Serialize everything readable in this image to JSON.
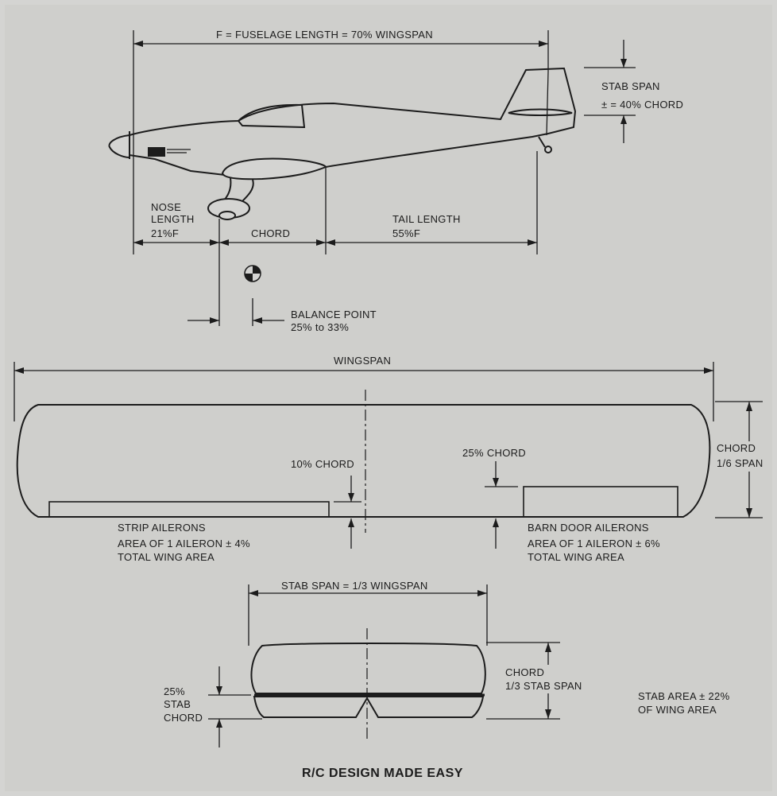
{
  "side_view": {
    "fuselage_length": "F = FUSELAGE LENGTH = 70% WINGSPAN",
    "stab_span_line1": "STAB SPAN",
    "stab_span_line2": "± = 40% CHORD",
    "nose_line1": "NOSE",
    "nose_line2": "LENGTH",
    "nose_line3": "21%F",
    "chord": "CHORD",
    "tail_line1": "TAIL LENGTH",
    "tail_line2": "55%F",
    "balance_line1": "BALANCE POINT",
    "balance_line2": "25% to 33%"
  },
  "wing_view": {
    "wingspan": "WINGSPAN",
    "chord_line1": "CHORD",
    "chord_line2": "1/6 SPAN",
    "ten_chord": "10% CHORD",
    "twentyfive_chord": "25% CHORD",
    "strip_line1": "STRIP AILERONS",
    "strip_line2": "AREA OF 1 AILERON ± 4%",
    "strip_line3": "TOTAL WING AREA",
    "barn_line1": "BARN DOOR AILERONS",
    "barn_line2": "AREA OF 1 AILERON ± 6%",
    "barn_line3": "TOTAL WING AREA"
  },
  "stab_view": {
    "stab_span": "STAB SPAN = 1/3 WINGSPAN",
    "chord_line1": "CHORD",
    "chord_line2": "1/3 STAB SPAN",
    "elev_line1": "25%",
    "elev_line2": "STAB",
    "elev_line3": "CHORD",
    "area_line1": "STAB AREA ± 22%",
    "area_line2": "OF WING AREA"
  },
  "title": "R/C DESIGN MADE EASY"
}
